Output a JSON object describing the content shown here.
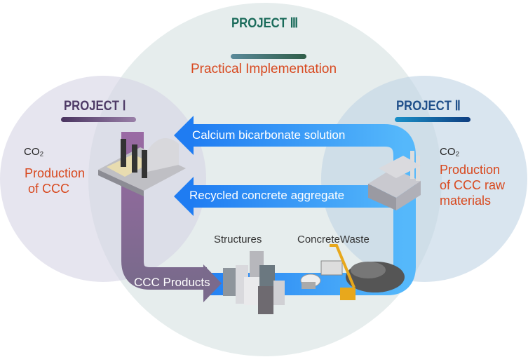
{
  "projects": {
    "p3": {
      "title": "PROJECT Ⅲ",
      "subtitle": "Practical Implementation",
      "color": "#1a6b5a"
    },
    "p1": {
      "title": "PROJECT Ⅰ",
      "co2": "CO₂",
      "line1": "Production",
      "line2": "of CCC",
      "color": "#4e3a66"
    },
    "p2": {
      "title": "PROJECT Ⅱ",
      "co2": "CO₂",
      "line1": "Production",
      "line2": "of CCC raw",
      "line3": "materials",
      "color": "#1f4f8a"
    }
  },
  "flows": {
    "calcium": "Calcium bicarbonate solution",
    "aggregate": "Recycled concrete aggregate",
    "products": "CCC Products"
  },
  "labels": {
    "structures": "Structures",
    "waste": "ConcreteWaste"
  },
  "colors": {
    "blue": "#2f8cf5",
    "purple": "#866a94",
    "accent": "#d8481e"
  }
}
